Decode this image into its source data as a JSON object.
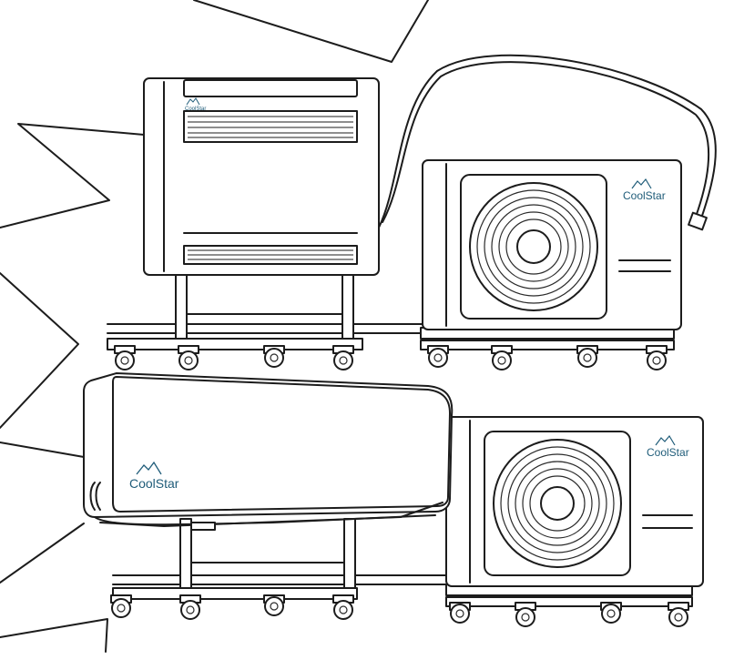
{
  "brand": {
    "name": "CoolStar",
    "color": "#1f5c79"
  },
  "units": {
    "floor_console_unit": {
      "brand_label": "CoolStar"
    },
    "outdoor_unit_top": {
      "brand_label": "CoolStar"
    },
    "wall_split_unit": {
      "brand_label": "CoolStar"
    },
    "outdoor_unit_bottom": {
      "brand_label": "CoolStar"
    }
  },
  "icons": [
    "mountain-logo-icon",
    "fan-grille-icon",
    "caster-wheel-icon",
    "hose-connector-icon"
  ],
  "style": {
    "line_color": "#1c1c1c",
    "background": "#ffffff"
  }
}
